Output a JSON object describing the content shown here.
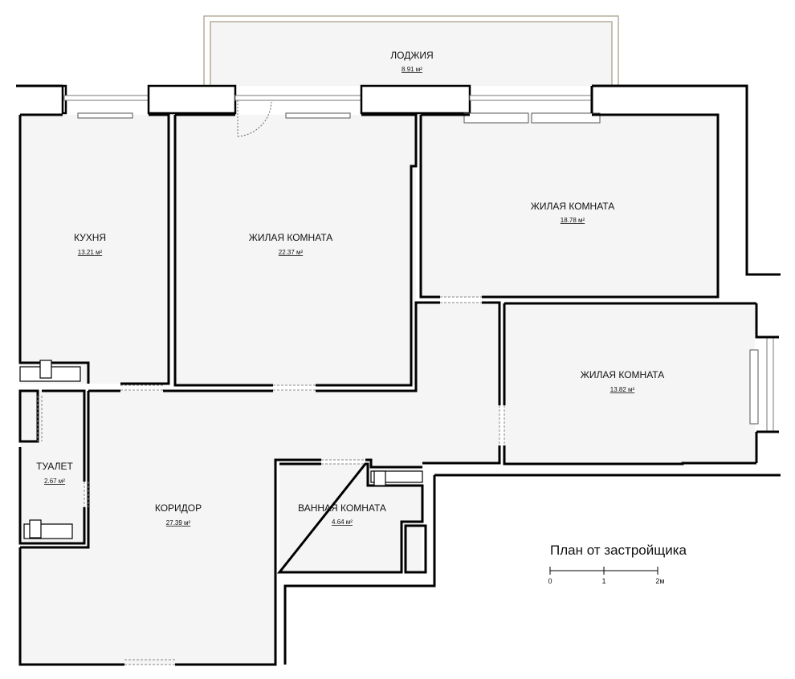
{
  "rooms": {
    "loggia": {
      "name": "ЛОДЖИЯ",
      "area": "8.91 м²"
    },
    "kitchen": {
      "name": "КУХНЯ",
      "area": "13.21 м²"
    },
    "living1": {
      "name": "ЖИЛАЯ КОМНАТА",
      "area": "22.37 м²"
    },
    "living2": {
      "name": "ЖИЛАЯ КОМНАТА",
      "area": "18.78 м²"
    },
    "living3": {
      "name": "ЖИЛАЯ КОМНАТА",
      "area": "13.82 м²"
    },
    "toilet": {
      "name": "ТУАЛЕТ",
      "area": "2.67 м²"
    },
    "corridor": {
      "name": "КОРИДОР",
      "area": "27.39 м²"
    },
    "bathroom": {
      "name": "ВАННАЯ КОМНАТА",
      "area": "4.64 м²"
    }
  },
  "legend": {
    "title": "План от застройщика",
    "scale_ticks": [
      "0",
      "1",
      "2м"
    ]
  }
}
